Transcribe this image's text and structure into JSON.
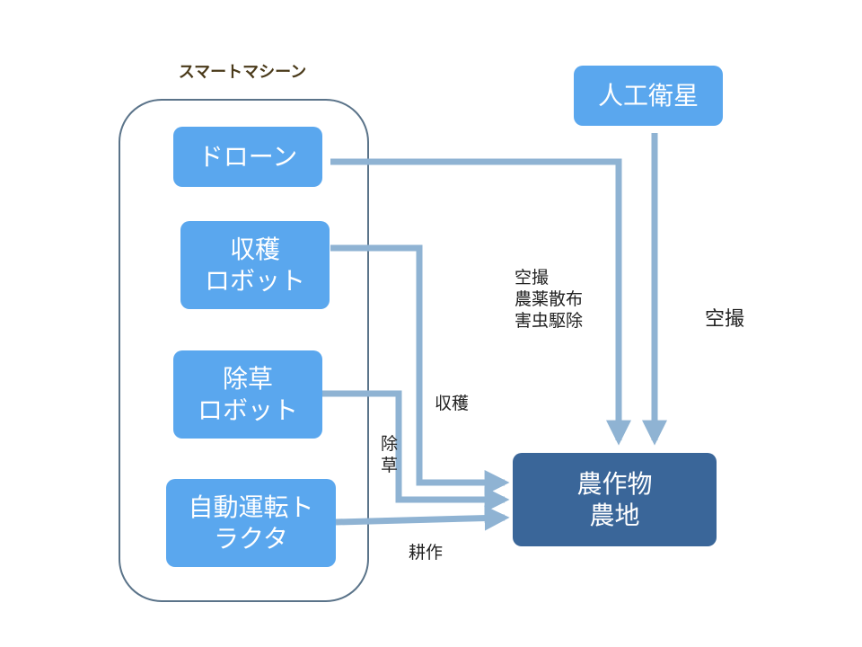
{
  "group": {
    "title": "スマートマシーン"
  },
  "nodes": {
    "drone": "ドローン",
    "harvest_robot": "収穫\nロボット",
    "weeding_robot": "除草\nロボット",
    "tractor": "自動運転ト\nラクタ",
    "satellite": "人工衛星",
    "farmland": "農作物\n農地"
  },
  "edge_labels": {
    "drone": "空撮\n農薬散布\n害虫駆除",
    "satellite": "空撮",
    "harvest": "収穫",
    "weeding": "除\n草",
    "tractor": "耕作"
  },
  "colors": {
    "node": "#5aa7ee",
    "target": "#3a6699",
    "arrow": "#8fb3d3",
    "frame": "#5a7389"
  }
}
